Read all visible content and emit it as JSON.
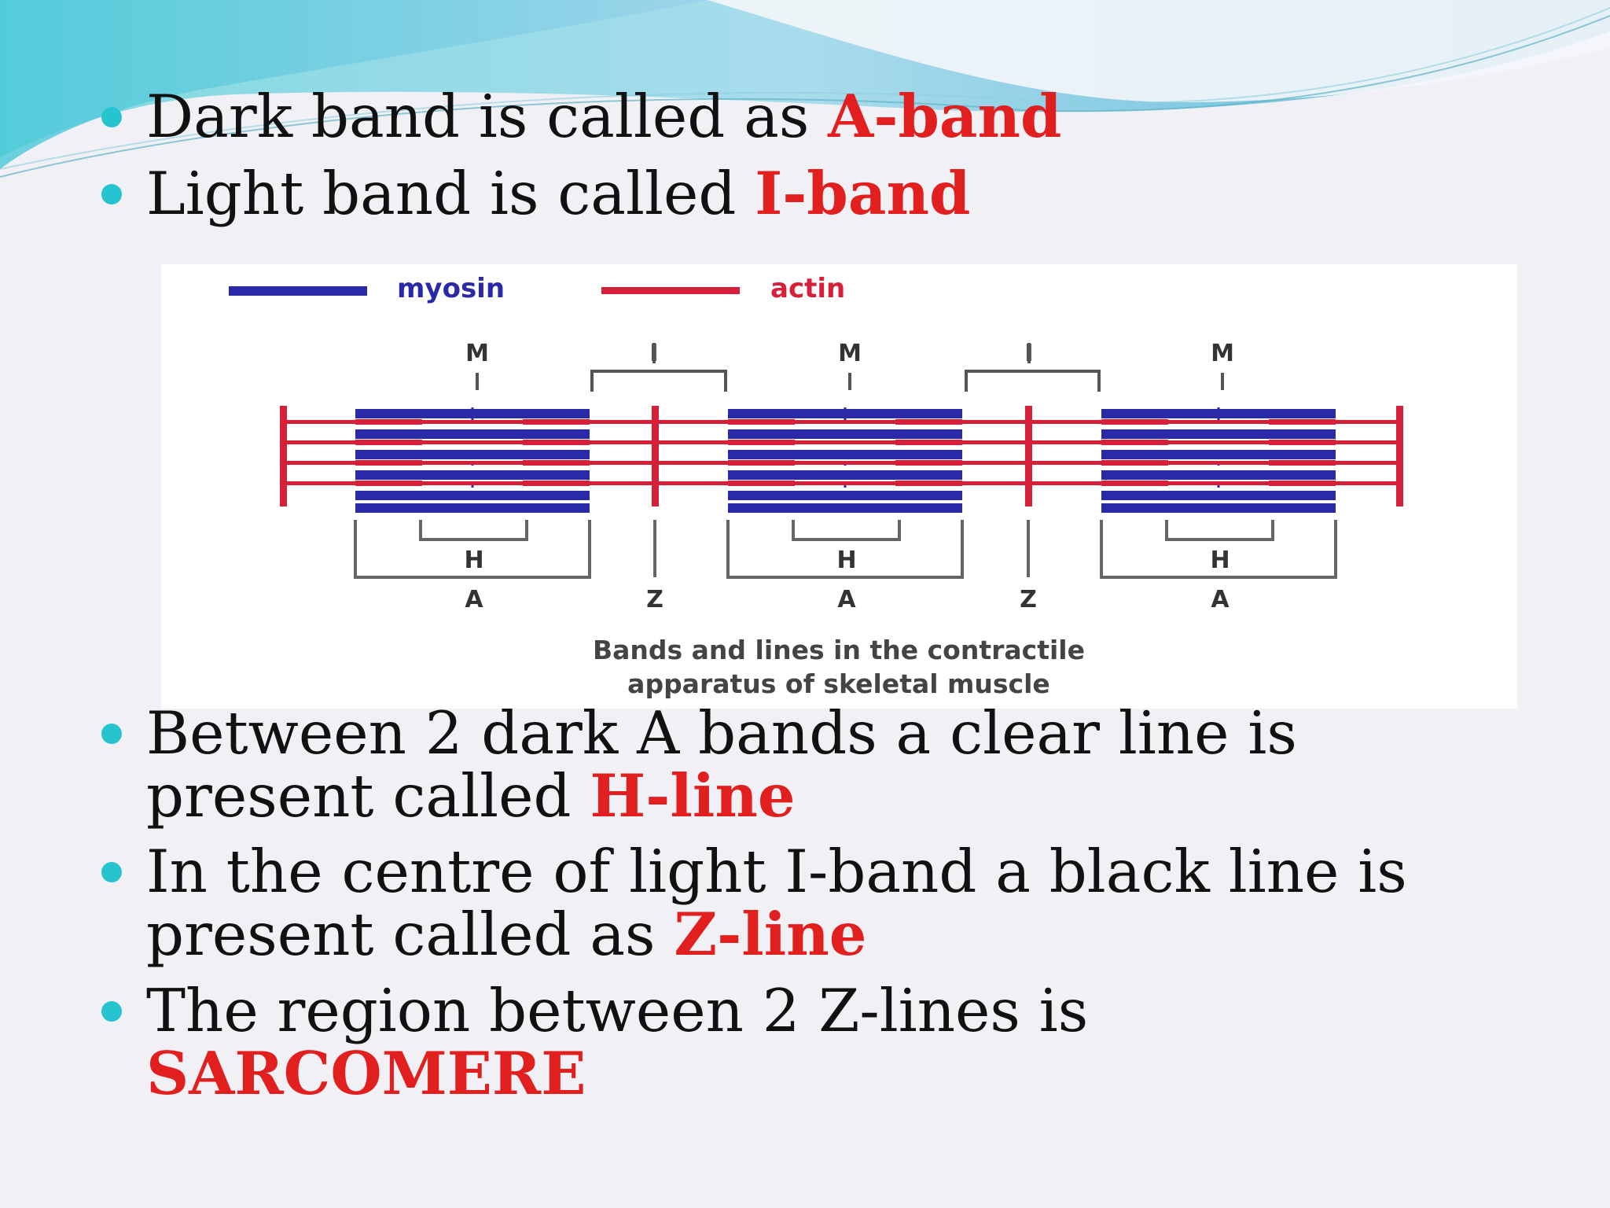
{
  "theme": {
    "accent": "#26c4cf",
    "highlight": "#e21f1f",
    "myosin": "#2a2aa8",
    "actin": "#d6203a"
  },
  "bullets": [
    {
      "text": "Dark band is called as ",
      "highlight": "A-band"
    },
    {
      "text": "Light band is called ",
      "highlight": "I-band"
    },
    {
      "text": "Between 2 dark A bands a clear line is present called ",
      "highlight": "H-line"
    },
    {
      "text": "In the centre of light I-band a black line is present called as ",
      "highlight": "Z-line"
    },
    {
      "text": "The region between 2 Z-lines is ",
      "highlight": "SARCOMERE"
    }
  ],
  "diagram": {
    "legend": {
      "myosin": "myosin",
      "actin": "actin"
    },
    "top_labels": [
      "M",
      "I",
      "M",
      "I",
      "M"
    ],
    "h_label": "H",
    "bottom_labels": [
      "A",
      "Z",
      "A",
      "Z",
      "A"
    ],
    "caption_line1": "Bands and lines in the contractile",
    "caption_line2": "apparatus of skeletal muscle"
  }
}
